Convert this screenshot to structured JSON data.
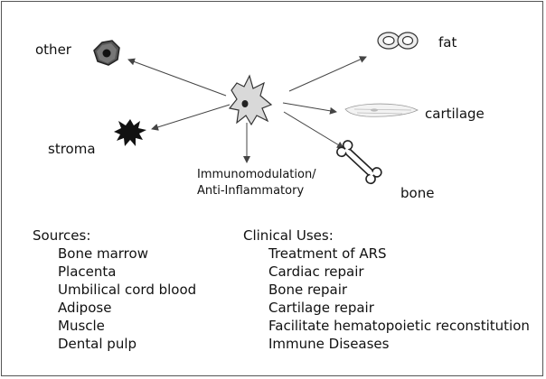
{
  "labels": {
    "other": "other",
    "fat": "fat",
    "cartilage": "cartilage",
    "stroma": "stroma",
    "bone": "bone",
    "center_line1": "Immunomodulation/",
    "center_line2": "Anti-Inflammatory"
  },
  "sources": {
    "heading": "Sources:",
    "items": [
      "Bone marrow",
      "Placenta",
      "Umbilical cord blood",
      "Adipose",
      "Muscle",
      "Dental pulp"
    ]
  },
  "clinical_uses": {
    "heading": "Clinical Uses:",
    "items": [
      "Treatment of ARS",
      "Cardiac repair",
      "Bone repair",
      "Cartilage repair",
      "Facilitate hematopoietic reconstitution",
      "Immune Diseases"
    ]
  },
  "colors": {
    "arrow": "#444444",
    "cell_fill": "#d9d9d9",
    "dark": "#111111"
  }
}
